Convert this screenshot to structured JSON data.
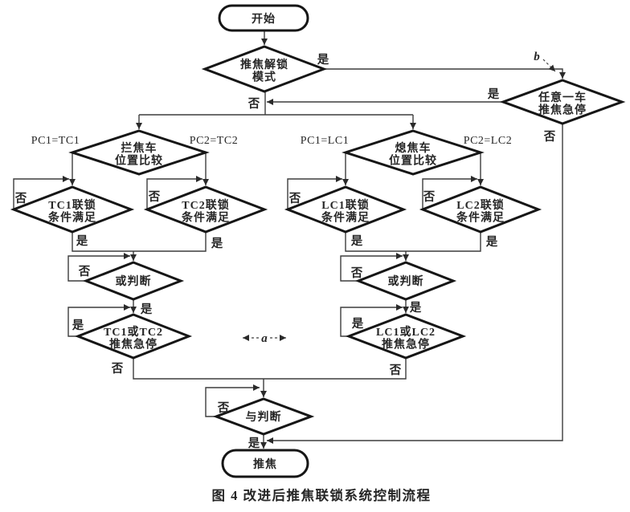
{
  "figure": {
    "caption": "图 4  改进后推焦联锁系统控制流程"
  },
  "colors": {
    "ink": "#161616",
    "connector_line": "#3d3d3d",
    "text": "#262626",
    "background": "#ffffff"
  },
  "edge_labels": {
    "yes": "是",
    "no": "否",
    "connector_a": "a",
    "connector_b": "b"
  },
  "branch_labels": {
    "pc1_tc1": "PC1=TC1",
    "pc2_tc2": "PC2=TC2",
    "pc1_lc1": "PC1=LC1",
    "pc2_lc2": "PC2=LC2"
  },
  "nodes": {
    "start": {
      "label": "开始"
    },
    "unlock_mode": {
      "lines": [
        "推焦解锁",
        "模式"
      ]
    },
    "any_car_estop": {
      "lines": [
        "任意一车",
        "推焦急停"
      ]
    },
    "tc_position": {
      "lines": [
        "拦焦车",
        "位置比较"
      ]
    },
    "lc_position": {
      "lines": [
        "熄焦车",
        "位置比较"
      ]
    },
    "tc1_interlock": {
      "lines": [
        "TC1联锁",
        "条件满足"
      ]
    },
    "tc2_interlock": {
      "lines": [
        "TC2联锁",
        "条件满足"
      ]
    },
    "lc1_interlock": {
      "lines": [
        "LC1联锁",
        "条件满足"
      ]
    },
    "lc2_interlock": {
      "lines": [
        "LC2联锁",
        "条件满足"
      ]
    },
    "or_judge_left": {
      "label": "或判断"
    },
    "or_judge_right": {
      "label": "或判断"
    },
    "tc_estop": {
      "lines": [
        "TC1或TC2",
        "推焦急停"
      ]
    },
    "lc_estop": {
      "lines": [
        "LC1或LC2",
        "推焦急停"
      ]
    },
    "and_judge": {
      "label": "与判断"
    },
    "push_coke": {
      "label": "推焦"
    }
  }
}
